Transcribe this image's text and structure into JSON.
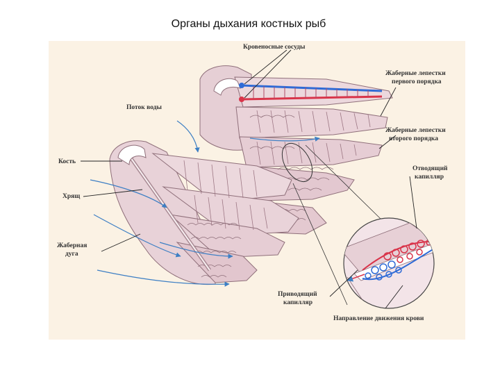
{
  "title": "Органы дыхания костных рыб",
  "labels": {
    "blood_vessels": "Кровеносные сосуды",
    "primary_lamellae_1": "Жаберные лепестки",
    "primary_lamellae_2": "первого порядка",
    "secondary_lamellae_1": "Жаберные лепестки",
    "secondary_lamellae_2": "второго порядка",
    "water_flow": "Поток воды",
    "bone": "Кость",
    "cartilage": "Хрящ",
    "gill_arch_1": "Жаберная",
    "gill_arch_2": "дуга",
    "efferent_1": "Отводящий",
    "efferent_2": "капилляр",
    "afferent_1": "Приводящий",
    "afferent_2": "капилляр",
    "blood_direction": "Направление движения крови"
  },
  "colors": {
    "background_panel": "#fbf2e4",
    "tissue": "#ecd8dd",
    "tissue_dark": "#c9a9b3",
    "blue_vessel": "#2f6bd6",
    "red_vessel": "#d9344a",
    "water_arrow": "#3d7fc4"
  }
}
